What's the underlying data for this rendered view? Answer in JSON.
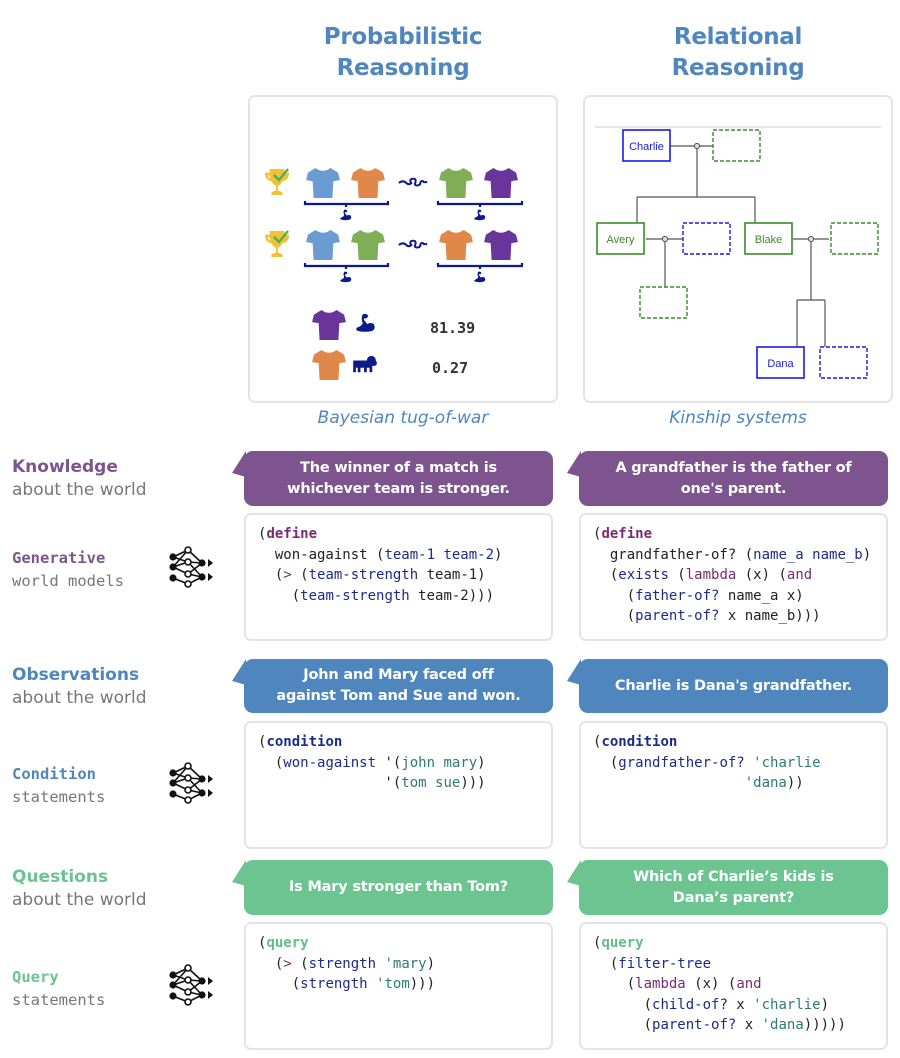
{
  "columns": [
    {
      "title_line1": "Probabilistic",
      "title_line2": "Reasoning",
      "caption": "Bayesian tug-of-war",
      "visual": {
        "matches": [
          {
            "result": "win",
            "team_left": [
              "blue",
              "orange"
            ],
            "team_right": [
              "green",
              "purple"
            ]
          },
          {
            "result": "win",
            "team_left": [
              "blue",
              "green"
            ],
            "team_right": [
              "orange",
              "purple"
            ]
          }
        ],
        "strength_estimates": [
          {
            "player_color": "purple",
            "icon": "flexed-bicep-icon",
            "value": "81.39"
          },
          {
            "player_color": "orange",
            "icon": "sloth-icon",
            "value": "0.27"
          }
        ],
        "shirt_colors": {
          "blue": "#6a9bd1",
          "orange": "#e0874a",
          "green": "#7fae57",
          "purple": "#6a359a"
        },
        "icon_color": "#0d1a8a",
        "trophy_color": "#f2c236",
        "check_color": "#4caf50"
      }
    },
    {
      "title_line1": "Relational",
      "title_line2": "Reasoning",
      "caption": "Kinship systems",
      "visual": {
        "people": [
          {
            "name": "Charlie",
            "gender": "male",
            "known": true
          },
          {
            "name": "",
            "gender": "female",
            "known": false,
            "role": "Charlie spouse"
          },
          {
            "name": "Avery",
            "gender": "female",
            "known": true
          },
          {
            "name": "",
            "gender": "male",
            "known": false,
            "role": "Avery spouse"
          },
          {
            "name": "",
            "gender": "female",
            "known": false,
            "role": "Avery child"
          },
          {
            "name": "Blake",
            "gender": "female",
            "known": true
          },
          {
            "name": "",
            "gender": "female",
            "known": false,
            "role": "Blake spouse"
          },
          {
            "name": "Dana",
            "gender": "male",
            "known": true
          },
          {
            "name": "",
            "gender": "male",
            "known": false,
            "role": "Dana sibling"
          }
        ],
        "male_color": "#1a1ae6",
        "female_color": "#3a8a2a"
      }
    }
  ],
  "rows": [
    {
      "key": "knowledge",
      "label_main": "Knowledge",
      "label_sub": "about the world",
      "color": "#7d548e",
      "bubbles": [
        "The winner of a match is whichever team is stronger.",
        "A grandfather is the father of one's parent."
      ]
    },
    {
      "key": "generative",
      "label_main": "Generative",
      "label_sub": "world models",
      "color": "#7d548e",
      "code": [
        [
          [
            {
              "t": "(",
              "c": "black"
            },
            {
              "t": "define",
              "c": "purple kw"
            }
          ],
          [
            {
              "t": "  won-against (",
              "c": "black"
            },
            {
              "t": "team-1 team-2",
              "c": "navy"
            },
            {
              "t": ")",
              "c": "black"
            }
          ],
          [
            {
              "t": "  (",
              "c": "black"
            },
            {
              "t": ">",
              "c": "purple"
            },
            {
              "t": " (",
              "c": "black"
            },
            {
              "t": "team-strength",
              "c": "navy"
            },
            {
              "t": " team-1)",
              "c": "black"
            }
          ],
          [
            {
              "t": "    (",
              "c": "black"
            },
            {
              "t": "team-strength",
              "c": "navy"
            },
            {
              "t": " team-2)))",
              "c": "black"
            }
          ]
        ],
        [
          [
            {
              "t": "(",
              "c": "black"
            },
            {
              "t": "define",
              "c": "purple kw"
            }
          ],
          [
            {
              "t": "  grandfather-of? (",
              "c": "black"
            },
            {
              "t": "name_a name_b",
              "c": "navy"
            },
            {
              "t": ")",
              "c": "black"
            }
          ],
          [
            {
              "t": "  (",
              "c": "black"
            },
            {
              "t": "exists",
              "c": "navy"
            },
            {
              "t": " (",
              "c": "black"
            },
            {
              "t": "lambda",
              "c": "purple"
            },
            {
              "t": " (x) (",
              "c": "black"
            },
            {
              "t": "and",
              "c": "purple"
            }
          ],
          [
            {
              "t": "    (",
              "c": "black"
            },
            {
              "t": "father-of?",
              "c": "navy"
            },
            {
              "t": " name_a x)",
              "c": "black"
            }
          ],
          [
            {
              "t": "    (",
              "c": "black"
            },
            {
              "t": "parent-of?",
              "c": "navy"
            },
            {
              "t": " x name_b)))",
              "c": "black"
            }
          ]
        ]
      ]
    },
    {
      "key": "observations",
      "label_main": "Observations",
      "label_sub": "about the world",
      "color": "#4f86bd",
      "bubbles": [
        "John and Mary faced off against Tom and Sue and won.",
        "Charlie is Dana's grandfather."
      ]
    },
    {
      "key": "condition",
      "label_main": "Condition",
      "label_sub": "statements",
      "color": "#4f86bd",
      "code": [
        [
          [
            {
              "t": "(",
              "c": "black"
            },
            {
              "t": "condition",
              "c": "navy kw"
            }
          ],
          [
            {
              "t": "  (",
              "c": "black"
            },
            {
              "t": "won-against",
              "c": "navy"
            },
            {
              "t": " '(",
              "c": "black"
            },
            {
              "t": "john mary",
              "c": "teal"
            },
            {
              "t": ")",
              "c": "black"
            }
          ],
          [
            {
              "t": "               '(",
              "c": "black"
            },
            {
              "t": "tom sue",
              "c": "teal"
            },
            {
              "t": ")))",
              "c": "black"
            }
          ]
        ],
        [
          [
            {
              "t": "(",
              "c": "black"
            },
            {
              "t": "condition",
              "c": "navy kw"
            }
          ],
          [
            {
              "t": "  (",
              "c": "black"
            },
            {
              "t": "grandfather-of?",
              "c": "navy"
            },
            {
              "t": " ",
              "c": "black"
            },
            {
              "t": "'charlie",
              "c": "teal"
            }
          ],
          [
            {
              "t": "                  ",
              "c": "black"
            },
            {
              "t": "'dana",
              "c": "teal"
            },
            {
              "t": "))",
              "c": "black"
            }
          ]
        ]
      ]
    },
    {
      "key": "questions",
      "label_main": "Questions",
      "label_sub": "about the world",
      "color": "#6cc490",
      "bubbles": [
        "Is Mary stronger than Tom?",
        "Which of Charlie’s kids is Dana’s parent?"
      ]
    },
    {
      "key": "query",
      "label_main": "Query",
      "label_sub": "statements",
      "color": "#6cc490",
      "code": [
        [
          [
            {
              "t": "(",
              "c": "black"
            },
            {
              "t": "query",
              "c": "green kw"
            }
          ],
          [
            {
              "t": "  (",
              "c": "black"
            },
            {
              "t": ">",
              "c": "purple"
            },
            {
              "t": " (",
              "c": "black"
            },
            {
              "t": "strength",
              "c": "navy"
            },
            {
              "t": " ",
              "c": "black"
            },
            {
              "t": "'mary",
              "c": "teal"
            },
            {
              "t": ")",
              "c": "black"
            }
          ],
          [
            {
              "t": "    (",
              "c": "black"
            },
            {
              "t": "strength",
              "c": "navy"
            },
            {
              "t": " ",
              "c": "black"
            },
            {
              "t": "'tom",
              "c": "teal"
            },
            {
              "t": ")))",
              "c": "black"
            }
          ]
        ],
        [
          [
            {
              "t": "(",
              "c": "black"
            },
            {
              "t": "query",
              "c": "green kw"
            }
          ],
          [
            {
              "t": "  (",
              "c": "black"
            },
            {
              "t": "filter-tree",
              "c": "navy"
            }
          ],
          [
            {
              "t": "    (",
              "c": "black"
            },
            {
              "t": "lambda",
              "c": "purple"
            },
            {
              "t": " (x) (",
              "c": "black"
            },
            {
              "t": "and",
              "c": "purple"
            }
          ],
          [
            {
              "t": "      (",
              "c": "black"
            },
            {
              "t": "child-of?",
              "c": "navy"
            },
            {
              "t": " x ",
              "c": "black"
            },
            {
              "t": "'charlie",
              "c": "teal"
            },
            {
              "t": ")",
              "c": "black"
            }
          ],
          [
            {
              "t": "      (",
              "c": "black"
            },
            {
              "t": "parent-of?",
              "c": "navy"
            },
            {
              "t": " x ",
              "c": "black"
            },
            {
              "t": "'dana",
              "c": "teal"
            },
            {
              "t": ")))))",
              "c": "black"
            }
          ]
        ]
      ]
    }
  ],
  "icons": {
    "neural_network": "neural-network-icon"
  }
}
